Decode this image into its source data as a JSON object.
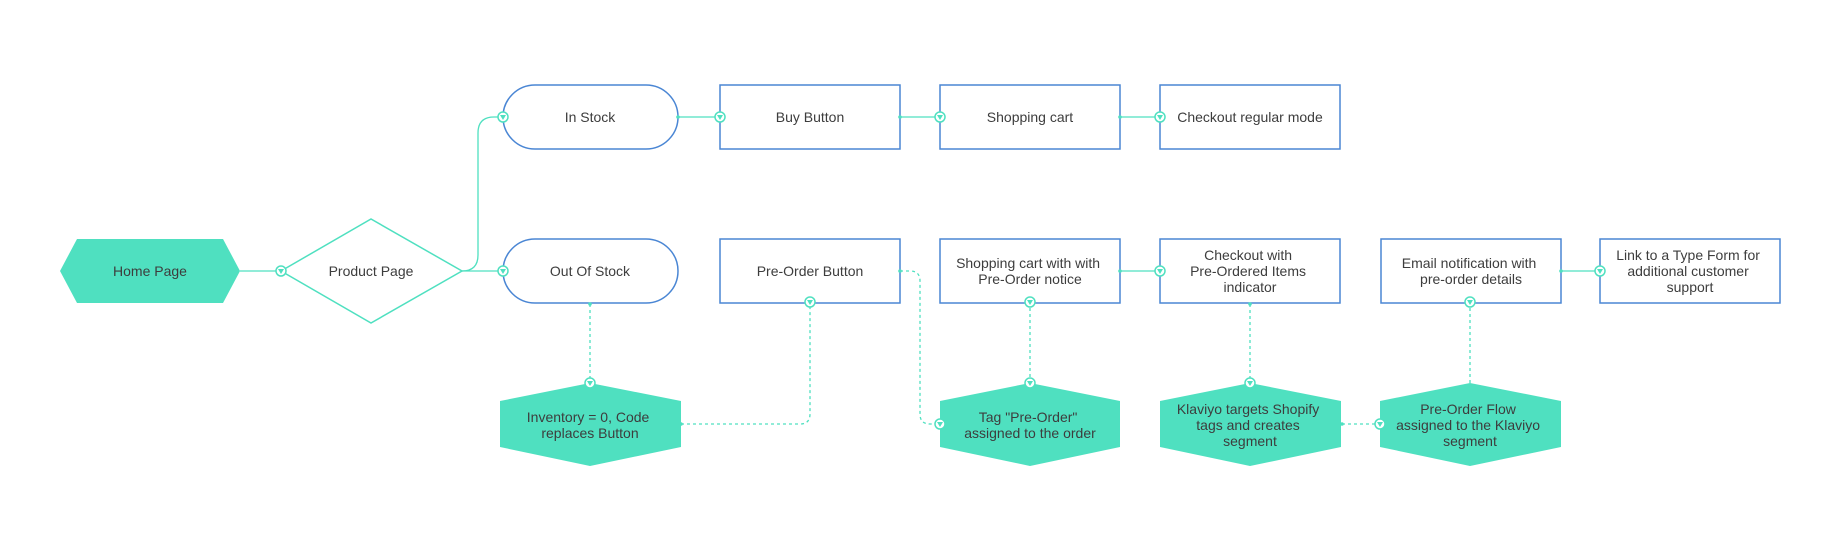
{
  "colors": {
    "accent": "#4fe0c0",
    "node_border": "#4a86d4",
    "text": "#3d3d3d",
    "background": "#ffffff"
  },
  "nodes": {
    "home_page": "Home Page",
    "product_page": "Product Page",
    "in_stock": "In Stock",
    "out_of_stock": "Out Of Stock",
    "buy_button": "Buy Button",
    "shopping_cart": "Shopping cart",
    "checkout_regular": "Checkout regular mode",
    "preorder_button": "Pre-Order Button",
    "cart_with_notice": [
      "Shopping cart with with",
      "Pre-Order notice"
    ],
    "checkout_preorder": [
      "Checkout with",
      "Pre-Ordered Items",
      "indicator"
    ],
    "email_notification": [
      "Email notification with",
      "pre-order details"
    ],
    "typeform_link": [
      "Link to a Type Form for",
      "additional customer",
      "support"
    ],
    "inventory_code": [
      "Inventory = 0, Code",
      "replaces Button"
    ],
    "tag_preorder": [
      "Tag \"Pre-Order\"",
      "assigned to the order"
    ],
    "klaviyo_targets": [
      "Klaviyo targets Shopify",
      "tags and creates",
      "segment"
    ],
    "preorder_flow": [
      "Pre-Order Flow",
      "assigned to the Klaviyo",
      "segment"
    ]
  }
}
